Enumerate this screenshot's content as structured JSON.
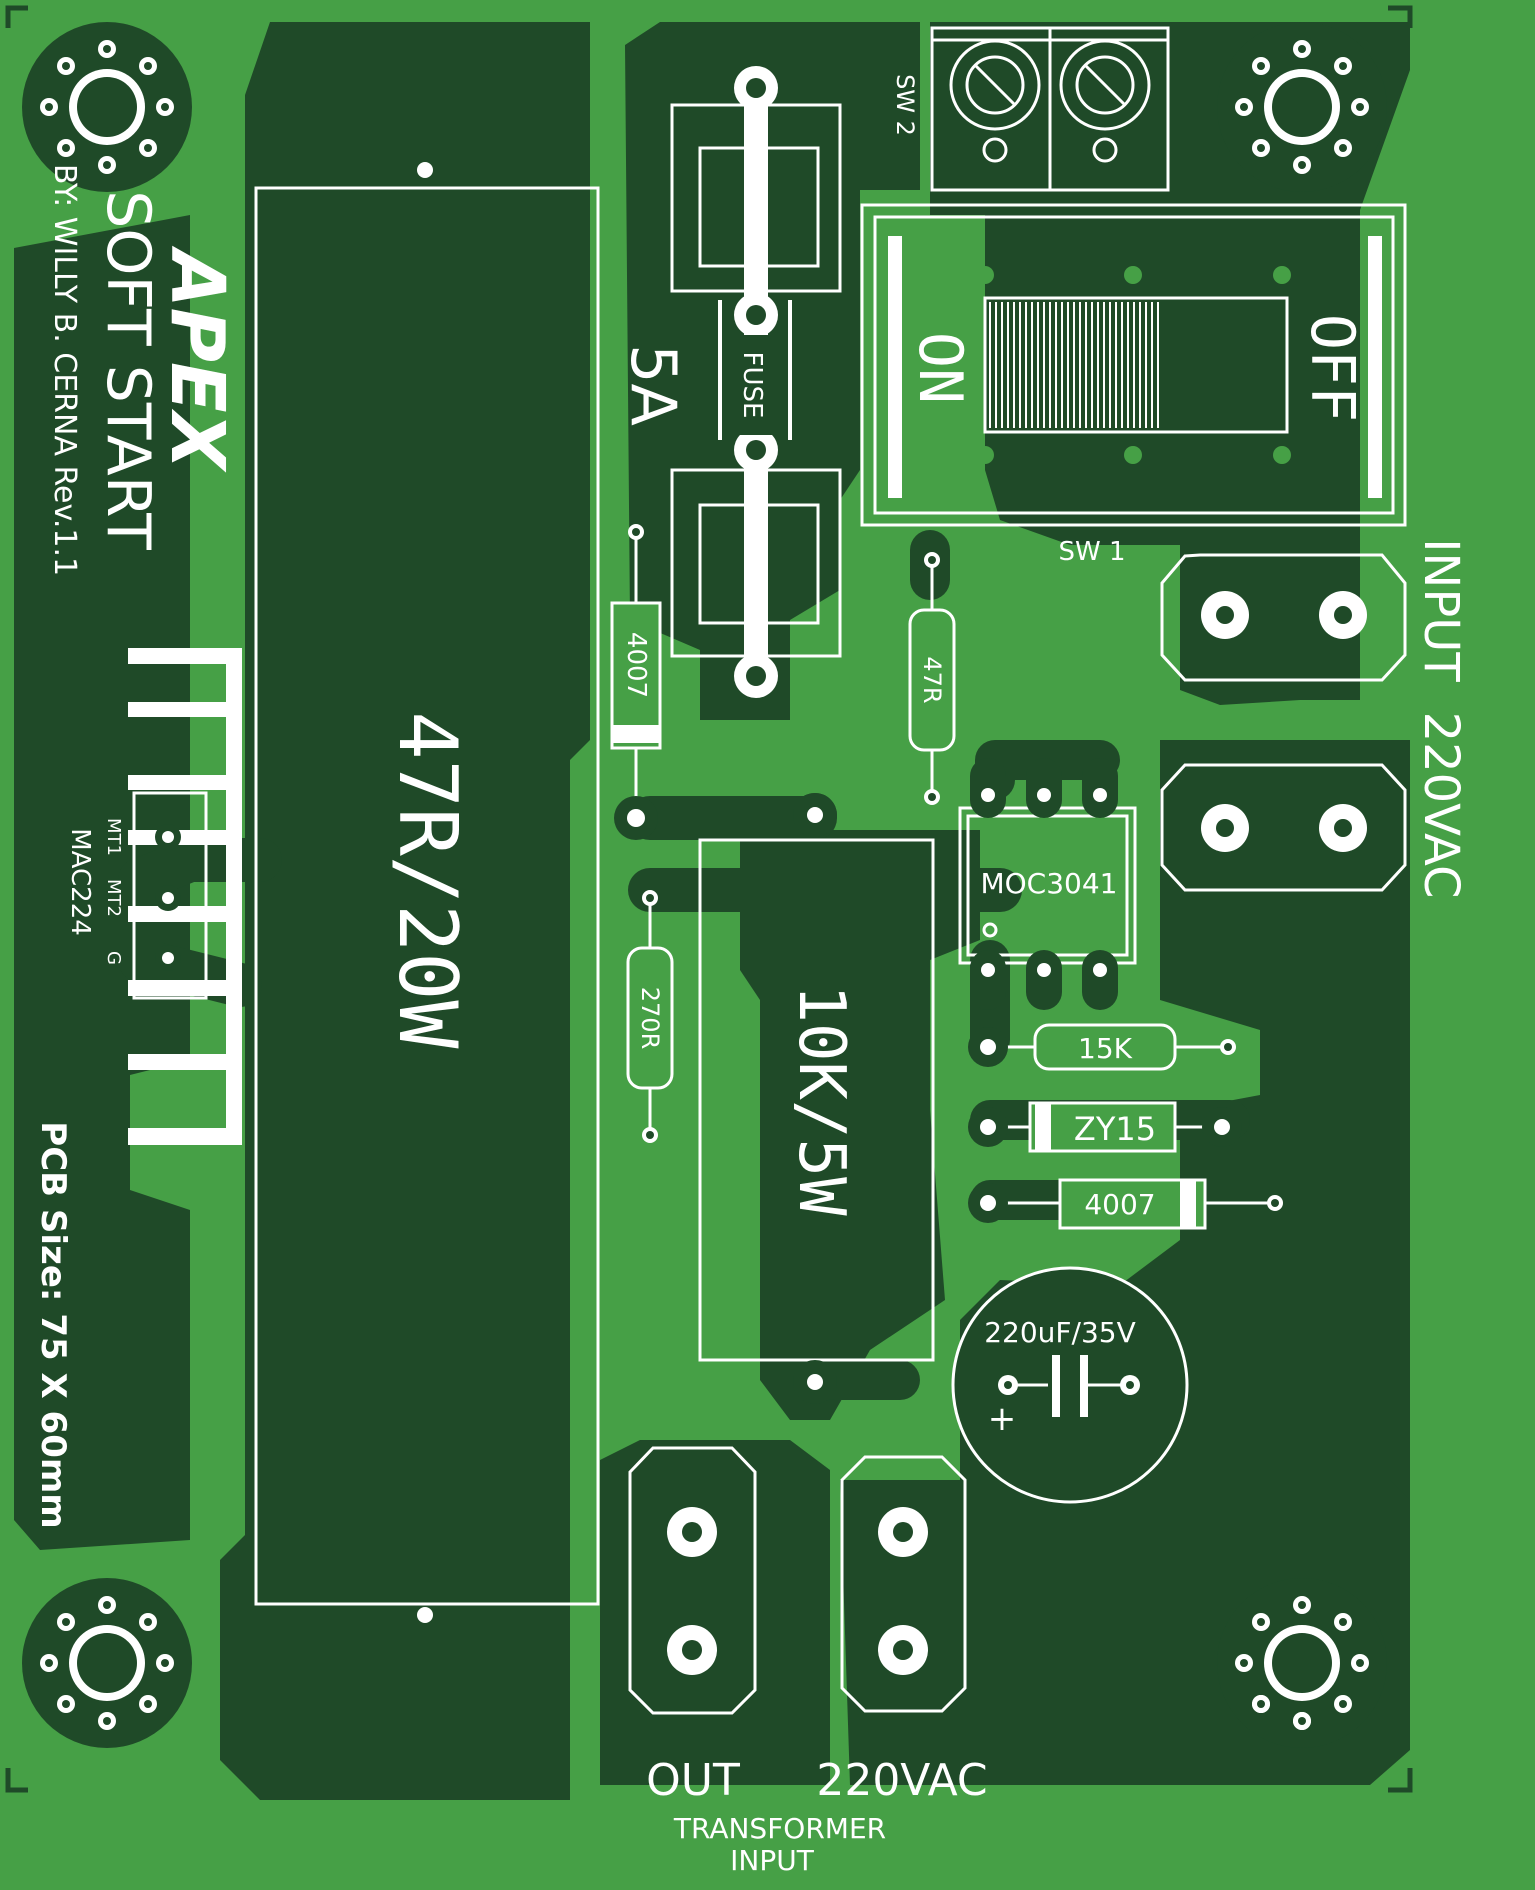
{
  "board": {
    "title": "SOFT START",
    "brand": "APEX",
    "author": "BY: WILLY B. CERNA Rev.1.1",
    "size_label": "PCB Size: 75 X 60mm",
    "colors": {
      "board": "#46a046",
      "copper": "#1f4a28",
      "silk": "#ffffff"
    }
  },
  "components": {
    "power_resistor_large": "47R/20W",
    "power_resistor_small": "10K/5W",
    "fuse_label": "FUSE",
    "fuse_rating": "5A",
    "sw2": "SW 2",
    "sw1": "SW 1",
    "switch_on": "ON",
    "switch_off": "OFF",
    "diode_top": "4007",
    "diode_bottom": "4007",
    "res_47r": "47R",
    "res_270r": "270R",
    "res_15k": "15K",
    "zener": "ZY15",
    "optocoupler": "MOC3041",
    "cap": "220uF/35V",
    "cap_plus": "+",
    "triac": "MAC224",
    "triac_pins": [
      "MT1",
      "MT2",
      "G"
    ]
  },
  "connectors": {
    "input_label": "INPUT",
    "input_voltage": "220VAC",
    "out_label": "OUT",
    "out_voltage": "220VAC",
    "transformer_line1": "TRANSFORMER",
    "transformer_line2": "INPUT"
  }
}
